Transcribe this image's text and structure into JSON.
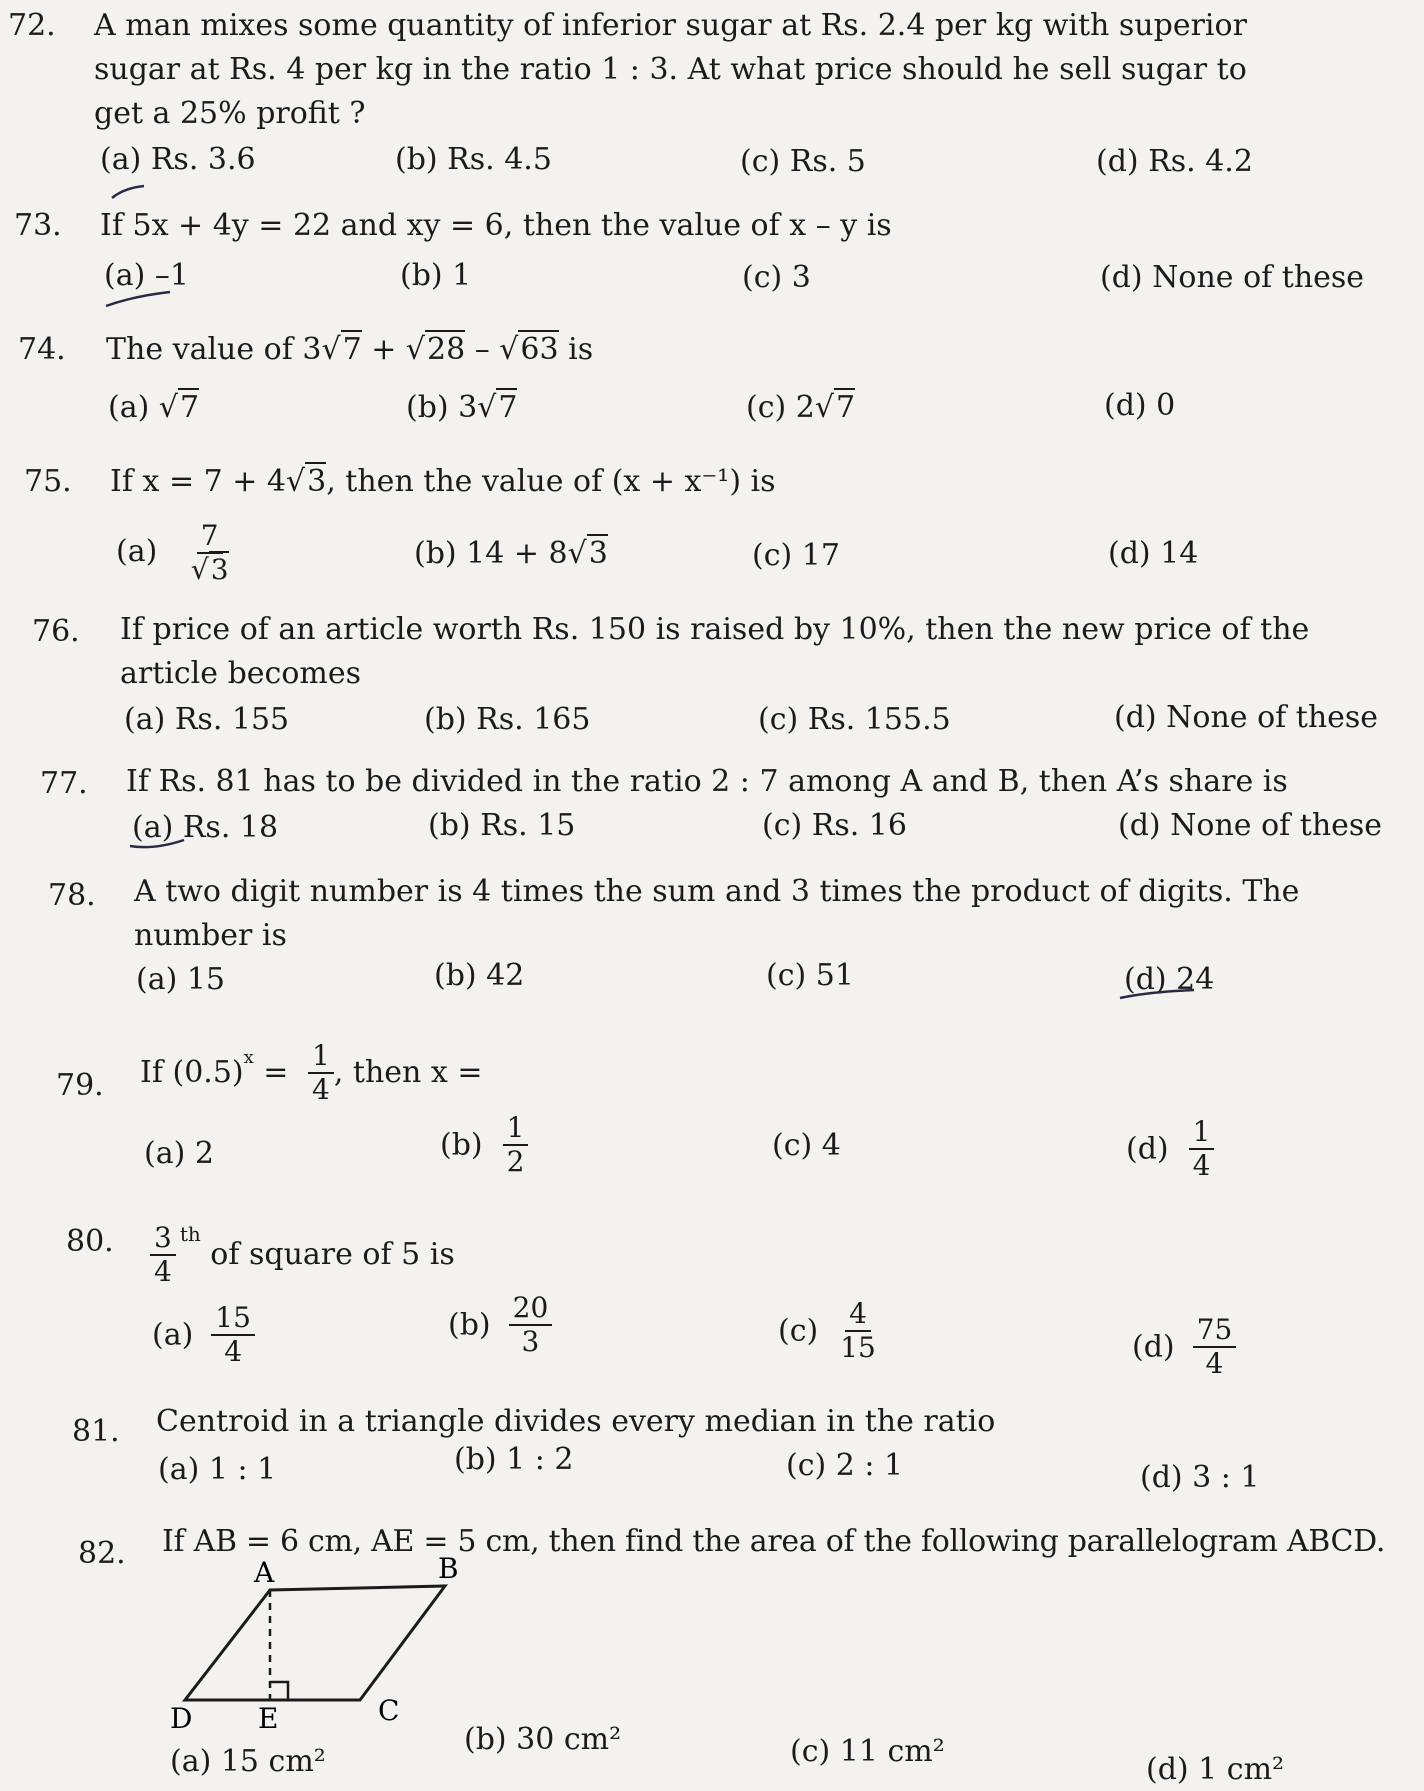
{
  "questions": [
    {
      "num": "72.",
      "lines": [
        "A man mixes some quantity of inferior sugar at Rs. 2.4 per kg with superior",
        "sugar at Rs. 4 per kg in the ratio 1 : 3. At what price should he sell sugar to",
        "get a 25% profit ?"
      ],
      "options": [
        "(a)  Rs. 3.6",
        "(b)  Rs. 4.5",
        "(c)  Rs. 5",
        "(d)  Rs. 4.2"
      ]
    },
    {
      "num": "73.",
      "lines": [
        "If 5x + 4y = 22 and xy = 6, then the value of x – y is"
      ],
      "options": [
        "(a)  –1",
        "(b)  1",
        "(c)  3",
        "(d)  None of these"
      ]
    },
    {
      "num": "74.",
      "lead": "The value of 3",
      "r1": "7",
      "mid1": " + ",
      "r2": "28",
      "mid2": " – ",
      "r3": "63",
      "tail": " is",
      "options": {
        "a": "(a)",
        "a_val": "7",
        "b": "(b)  3",
        "b_val": "7",
        "c": "(c)  2",
        "c_val": "7",
        "d": "(d)  0"
      }
    },
    {
      "num": "75.",
      "lead": "If x = 7 + 4",
      "r1": "3",
      "tail": ", then the value of (x + x⁻¹) is",
      "options": {
        "a": "(a)",
        "a_num": "7",
        "a_den": "3",
        "b": "(b)  14 + 8",
        "b_val": "3",
        "c": "(c)  17",
        "d": "(d)  14"
      }
    },
    {
      "num": "76.",
      "lines": [
        "If price of an article worth Rs. 150 is raised by 10%, then the new price of the",
        "article becomes"
      ],
      "options": [
        "(a)  Rs. 155",
        "(b)  Rs. 165",
        "(c)  Rs. 155.5",
        "(d)  None of these"
      ]
    },
    {
      "num": "77.",
      "lines": [
        "If Rs. 81 has to be divided in the ratio 2 : 7 among A and B, then A’s share is"
      ],
      "options": [
        "(a)  Rs. 18",
        "(b)  Rs. 15",
        "(c)  Rs. 16",
        "(d)  None of these"
      ]
    },
    {
      "num": "78.",
      "lines": [
        "A two digit number is 4 times the sum and 3 times the product of digits. The",
        "number is"
      ],
      "options": [
        "(a)  15",
        "(b)  42",
        "(c)  51",
        "(d)  24"
      ]
    },
    {
      "num": "79.",
      "lead": "If (0.5)",
      "sup": "x",
      "eq": " = ",
      "f_num": "1",
      "f_den": "4",
      "tail": ", then x =",
      "options": {
        "a": "(a)  2",
        "b": "(b)",
        "b_num": "1",
        "b_den": "2",
        "c": "(c)  4",
        "d": "(d)",
        "d_num": "1",
        "d_den": "4"
      }
    },
    {
      "num": "80.",
      "f_num": "3",
      "sup": "th",
      "f_den": "4",
      "tail": " of square of 5 is",
      "options": {
        "a": "(a)",
        "a_num": "15",
        "a_den": "4",
        "b": "(b)",
        "b_num": "20",
        "b_den": "3",
        "c": "(c)",
        "c_num": "4",
        "c_den": "15",
        "d": "(d)",
        "d_num": "75",
        "d_den": "4"
      }
    },
    {
      "num": "81.",
      "lines": [
        "Centroid in a triangle divides every median in the ratio"
      ],
      "options": [
        "(a)  1 : 1",
        "(b)  1 : 2",
        "(c)  2 : 1",
        "(d)  3 : 1"
      ]
    },
    {
      "num": "82.",
      "lines": [
        "If AB = 6 cm, AE = 5 cm, then find the area of the following parallelogram ABCD."
      ],
      "options": [
        "(a)  15 cm²",
        "(b)  30 cm²",
        "(c)  11 cm²",
        "(d)  1 cm²"
      ],
      "figure_labels": {
        "A": "A",
        "B": "B",
        "C": "C",
        "D": "D",
        "E": "E"
      }
    }
  ]
}
